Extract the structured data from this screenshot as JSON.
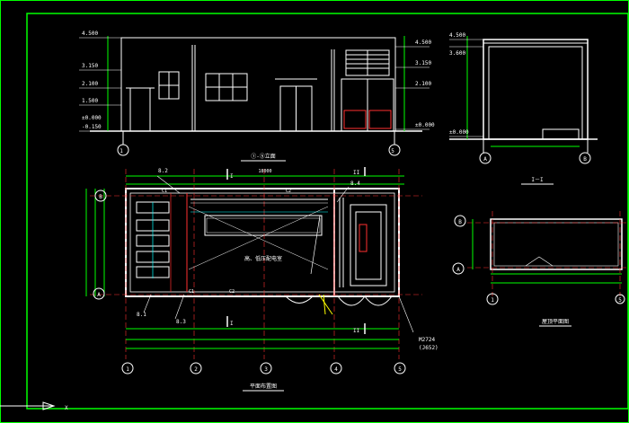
{
  "drawing": {
    "colors": {
      "background": "#000000",
      "frame": "#00ff00",
      "outline": "#ffffff",
      "dimension": "#00ff00",
      "accent": "#ff3030",
      "cyan": "#00ffff",
      "magenta": "#ff00ff",
      "yellow": "#ffff00"
    },
    "elevation": {
      "title": "①-⑤立面",
      "grid_left": "1",
      "grid_right": "5",
      "levels": [
        "4.500",
        "3.150",
        "2.100",
        "1.500",
        "±0.000",
        "-0.150"
      ],
      "levels_right": [
        "4.500",
        "3.150",
        "2.100",
        "±0.000"
      ]
    },
    "section": {
      "title": "I－I",
      "grid_left": "A",
      "grid_right": "B",
      "levels": [
        "4.500",
        "3.600",
        "±0.000"
      ]
    },
    "plan": {
      "title": "平面布置图",
      "center_label": "高、低压配电室",
      "grid_bottom": [
        "1",
        "2",
        "3",
        "4",
        "5"
      ],
      "grid_left": [
        "B",
        "A"
      ],
      "cut_top": "I",
      "cut_bottom": "I",
      "cut_right_top": "II",
      "cut_right_bottom": "II",
      "door_note_1": "M2724",
      "door_note_2": "(J652)",
      "leaders": [
        "8.2",
        "8.4",
        "8.3",
        "8.1"
      ],
      "dims_top": "18000",
      "segment_labels": [
        "C1",
        "C2",
        "C1",
        "C2"
      ]
    },
    "small_plan": {
      "title": "屋顶平面图",
      "grid_bottom": [
        "1",
        "5"
      ],
      "grid_left": [
        "B",
        "A"
      ]
    },
    "frame_marker": "X"
  }
}
